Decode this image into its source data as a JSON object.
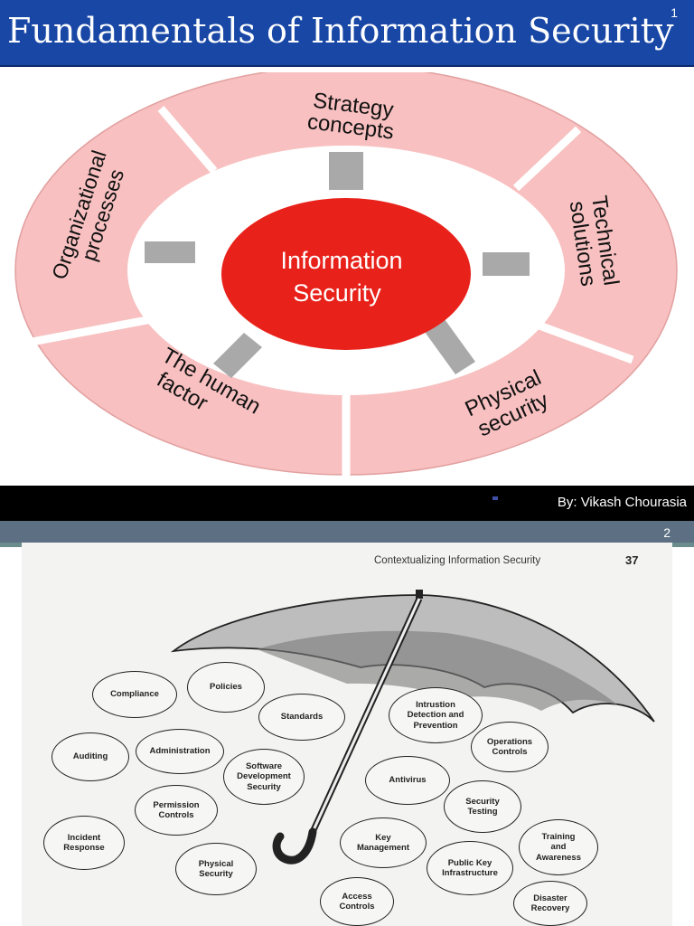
{
  "slide1": {
    "title": "Fundamentals of Information Security",
    "page_number": "1",
    "center_label": [
      "Information",
      "Security"
    ],
    "segments": {
      "top": [
        "Strategy",
        "concepts"
      ],
      "upper_right": [
        "Technical",
        "solutions"
      ],
      "lower_right": [
        "Physical",
        "security"
      ],
      "lower_left": [
        "The human",
        "factor"
      ],
      "upper_left": [
        "Organizational",
        "processes"
      ]
    },
    "footer_author": "By: Vikash Chourasia",
    "colors": {
      "title_bar": "#1847a6",
      "ring": "#f8c0c0",
      "center": "#e8221b",
      "spokes": "#a9a9a9"
    }
  },
  "slide2": {
    "page_number": "2",
    "book_header": "Contextualizing Information Security",
    "book_page": "37",
    "bubbles": [
      "Compliance",
      "Policies",
      "Standards",
      "Intrustion\nDetection and\nPrevention",
      "Operations\nControls",
      "Auditing",
      "Administration",
      "Software\nDevelopment\nSecurity",
      "Antivirus",
      "Permission\nControls",
      "Security\nTesting",
      "Incident\nResponse",
      "Key\nManagement",
      "Training\nand\nAwareness",
      "Physical\nSecurity",
      "Public Key\nInfrastructure",
      "Access\nControls",
      "Disaster\nRecovery"
    ]
  }
}
